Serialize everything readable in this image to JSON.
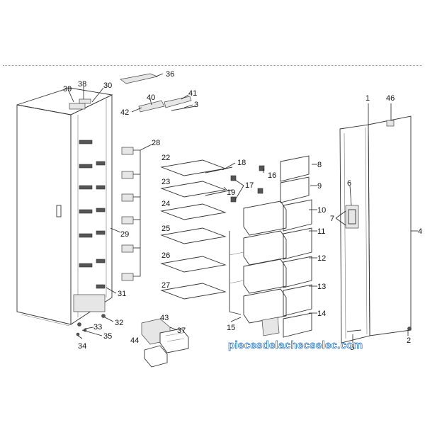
{
  "diagram": {
    "callouts": [
      "1",
      "2",
      "3",
      "4",
      "5",
      "6",
      "7",
      "8",
      "9",
      "10",
      "11",
      "12",
      "13",
      "14",
      "15",
      "16",
      "17",
      "18",
      "19",
      "22",
      "23",
      "24",
      "25",
      "26",
      "27",
      "28",
      "29",
      "30",
      "31",
      "32",
      "33",
      "34",
      "35",
      "36",
      "37",
      "38",
      "39",
      "40",
      "41",
      "42",
      "43",
      "44",
      "46"
    ],
    "watermark": "piecesdelachecselec.com"
  }
}
